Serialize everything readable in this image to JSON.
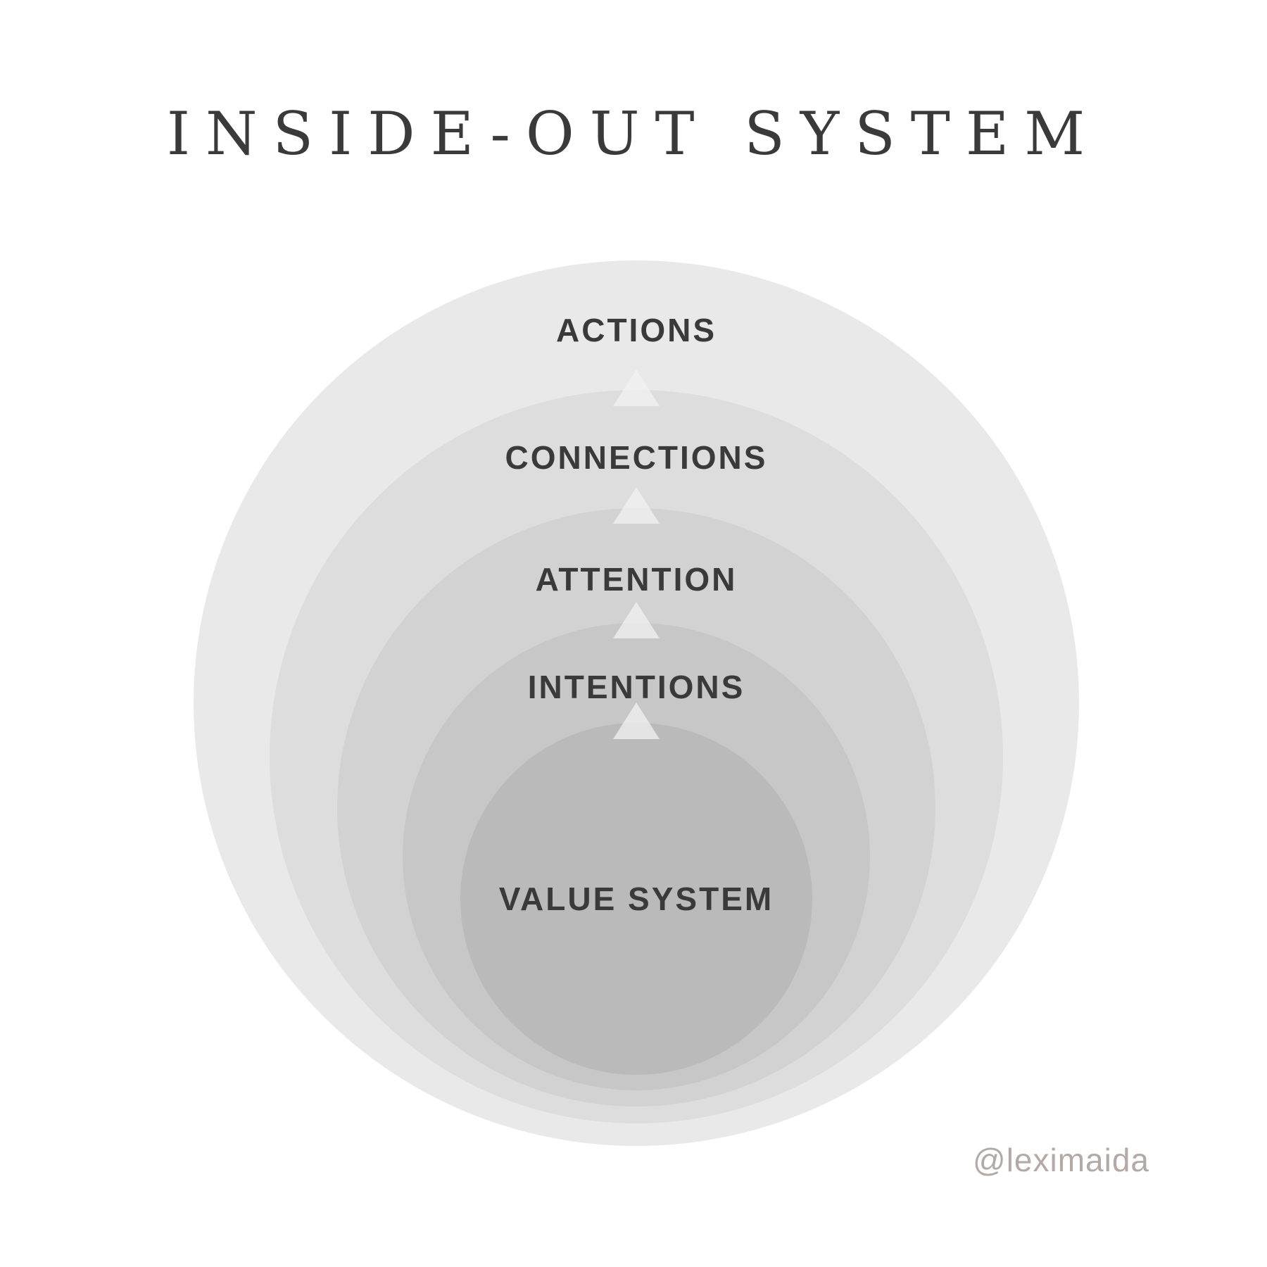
{
  "title": "INSIDE-OUT SYSTEM",
  "layers": [
    {
      "label": "ACTIONS",
      "color": "#e8e9e8"
    },
    {
      "label": "CONNECTIONS",
      "color": "#dcdddc"
    },
    {
      "label": "ATTENTION",
      "color": "#d1d2d1"
    },
    {
      "label": "INTENTIONS",
      "color": "#c6c7c6"
    },
    {
      "label": "VALUE SYSTEM",
      "color": "#b9bab9"
    }
  ],
  "watermark": "@leximaida"
}
